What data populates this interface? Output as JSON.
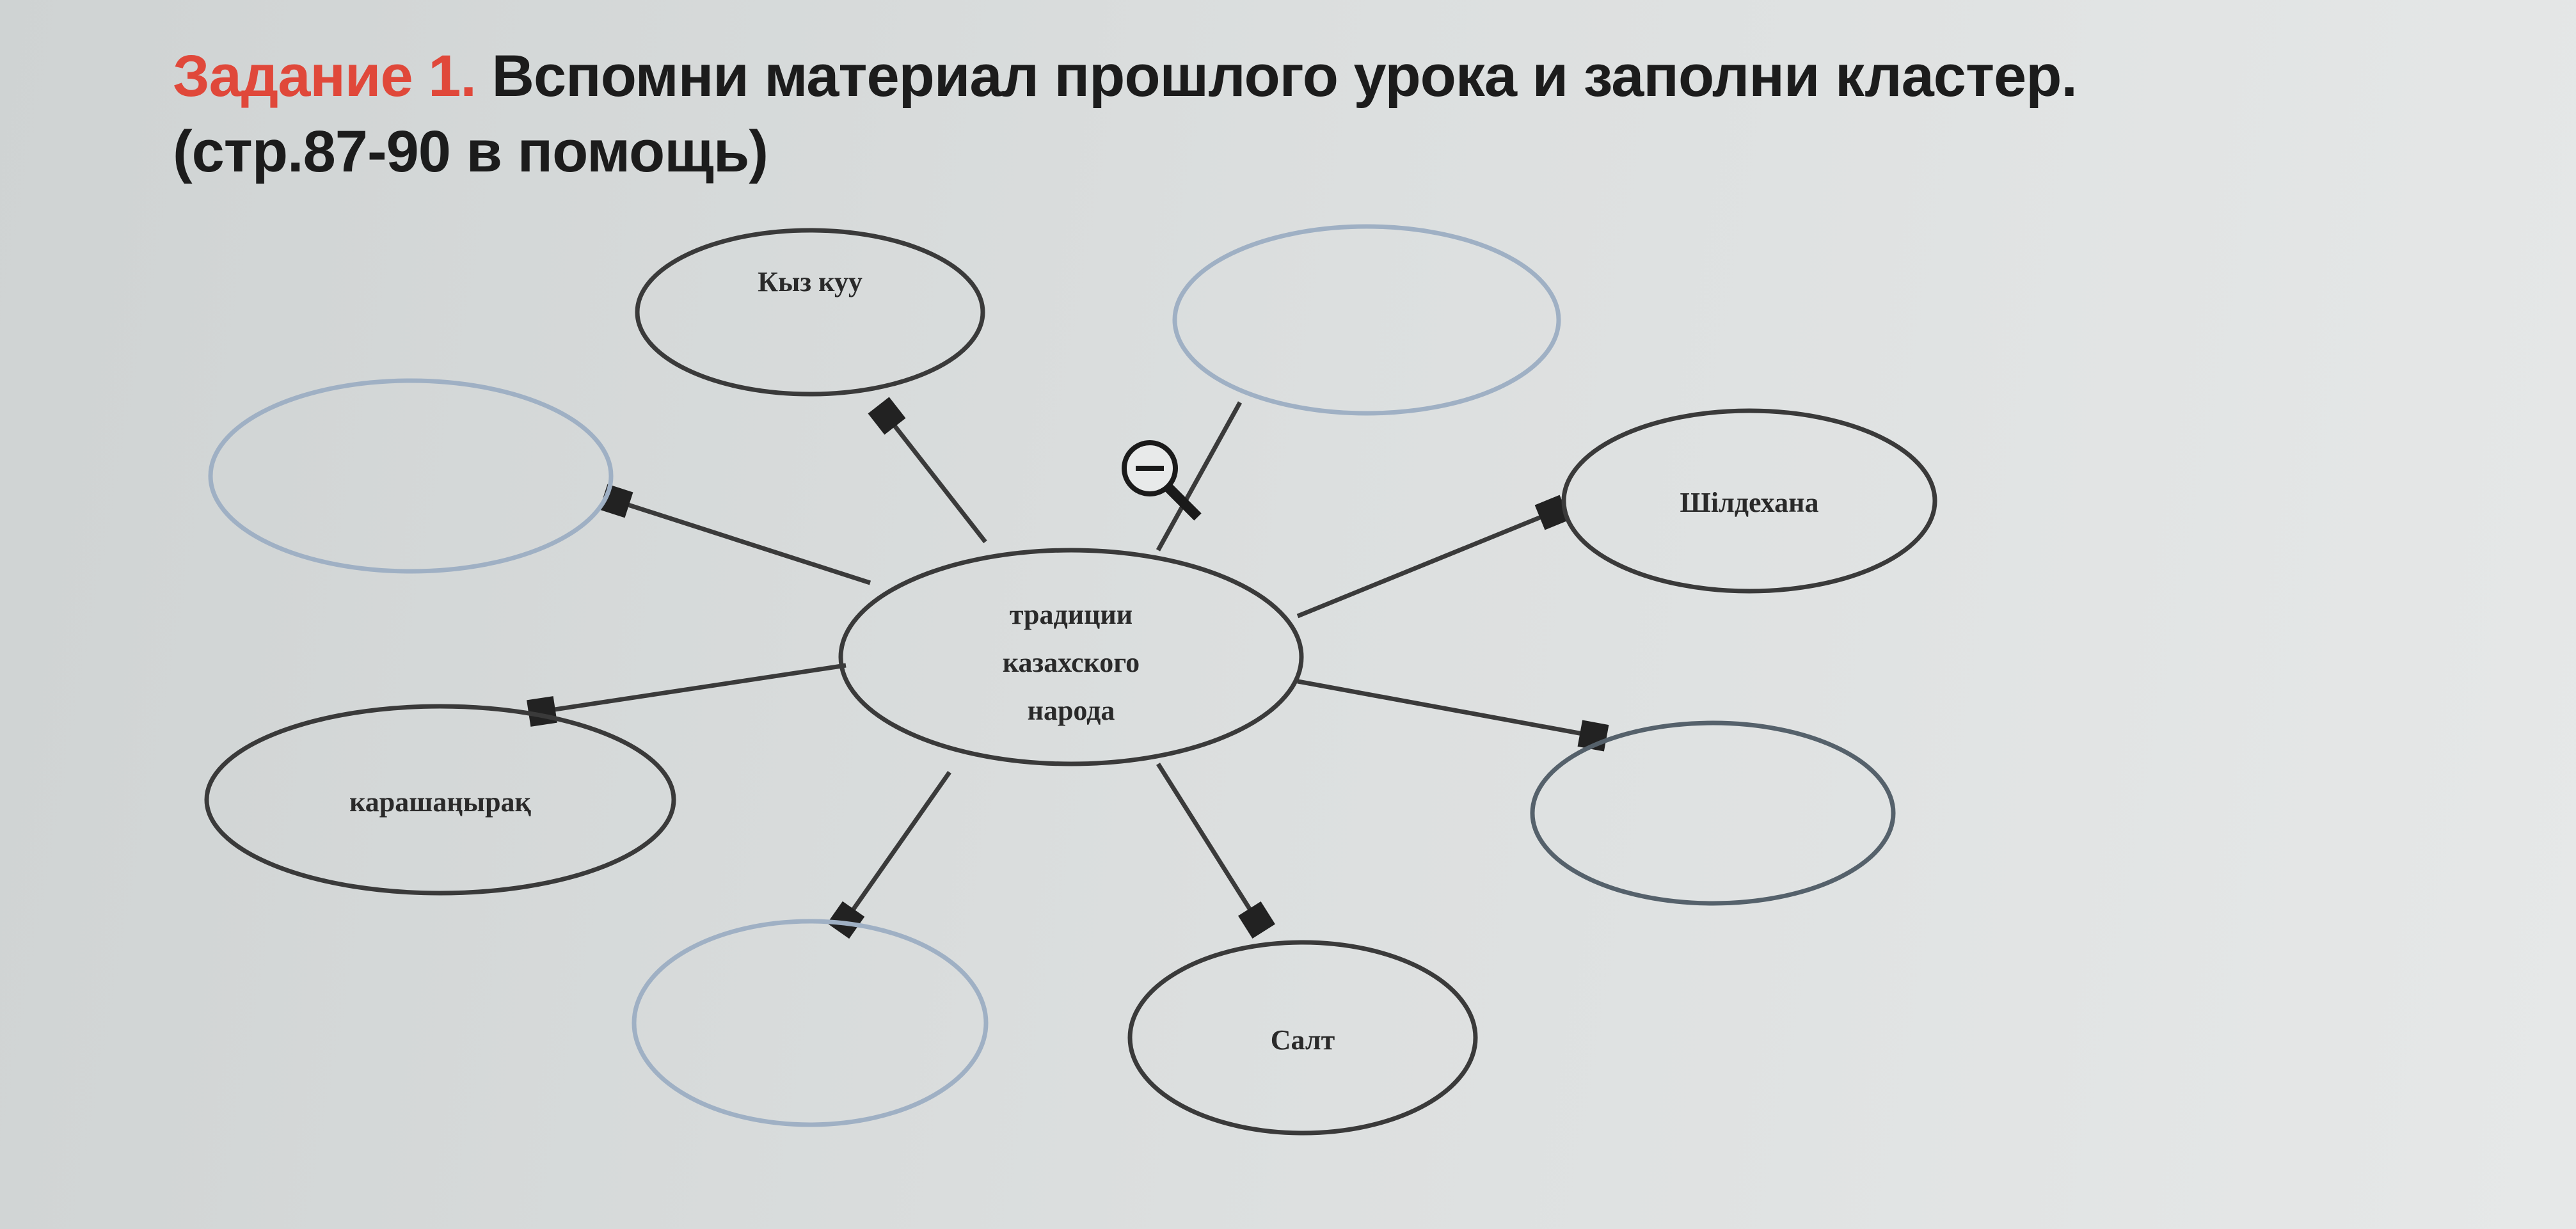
{
  "task": {
    "label": "Задание 1.",
    "instruction": "Вспомни материал прошлого урока и заполни кластер.",
    "hint": "(стр.87-90 в помощь)"
  },
  "diagram": {
    "center": {
      "line1": "традиции",
      "line2": "казахского",
      "line3": "народа"
    },
    "nodes": [
      {
        "id": "top-left",
        "text": "Кыз куу"
      },
      {
        "id": "top-right",
        "text": ""
      },
      {
        "id": "left",
        "text": ""
      },
      {
        "id": "right-upper",
        "text": "Шілдехана"
      },
      {
        "id": "left-lower",
        "text": "карашаңырақ"
      },
      {
        "id": "right-lower",
        "text": ""
      },
      {
        "id": "bottom-left",
        "text": ""
      },
      {
        "id": "bottom-right",
        "text": "Салт"
      }
    ]
  },
  "overlay": {
    "icon": "zoom-out-icon"
  },
  "colors": {
    "accent": "#e0483a",
    "line": "#3a3a3a",
    "empty_outline": "#9fb0c4"
  }
}
